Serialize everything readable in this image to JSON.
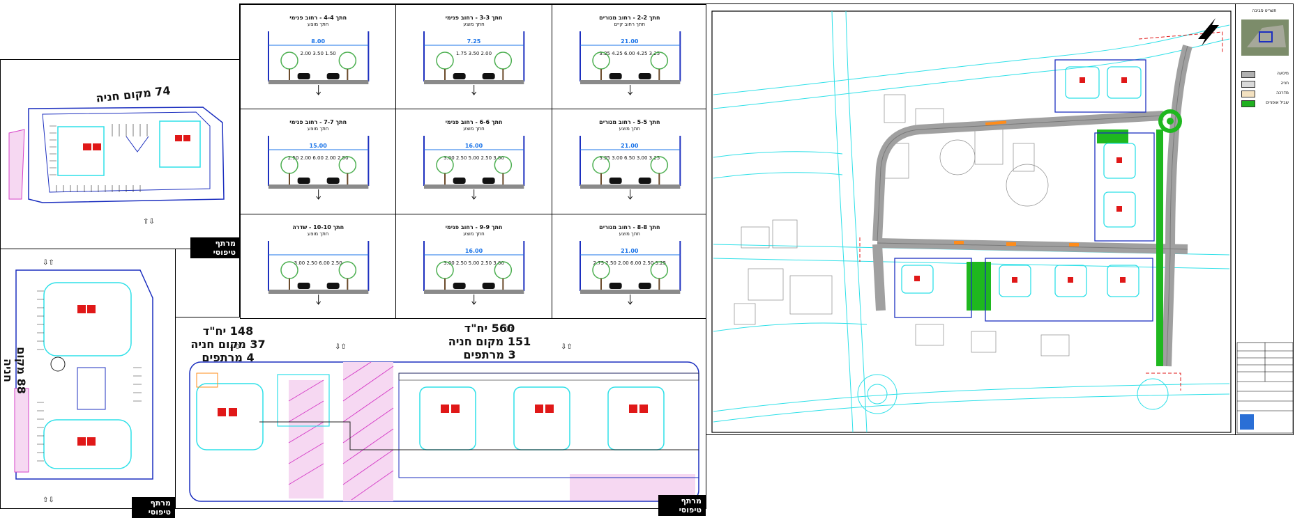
{
  "blocks": {
    "p74": {
      "label": "74 מקום חניה",
      "stamp": "מרתף טיפוסי"
    },
    "p88": {
      "label": "88 מקום חניה",
      "stamp": "מרתף טיפוסי"
    },
    "basement": {
      "left_units": "148 יח\"ד",
      "left_parking": "37 מקום חניה",
      "left_floors": "4 מרתפים",
      "right_units": "560 יח\"ד",
      "right_parking": "151 מקום חניה",
      "right_floors": "3 מרתפים",
      "stamp": "מרתף טיפוסי"
    }
  },
  "sections": [
    {
      "title": "חתך 2-2 - רחוב מגורים",
      "sub": "חתך רחוב קיים",
      "width": "21.00",
      "dims": "3.25  4.25  6.00  4.25  3.25"
    },
    {
      "title": "חתך 3-3 - רחוב פנימי",
      "sub": "חתך מוצע",
      "width": "7.25",
      "dims": "1.75  3.50  2.00"
    },
    {
      "title": "חתך 4-4 - רחוב פנימי",
      "sub": "חתך מוצע",
      "width": "8.00",
      "dims": "2.00  3.50  1.50"
    },
    {
      "title": "חתך 5-5 - רחוב מגורים",
      "sub": "חתך מוצע",
      "width": "21.00",
      "dims": "3.25  3.00  6.50  3.00  3.25"
    },
    {
      "title": "חתך 6-6 - רחוב פנימי",
      "sub": "חתך מוצע",
      "width": "16.00",
      "dims": "3.00  2.50  5.00  2.50  3.00"
    },
    {
      "title": "חתך 7-7 - רחוב פנימי",
      "sub": "חתך מוצע",
      "width": "15.00",
      "dims": "2.50  2.00  6.00  2.00  2.50"
    },
    {
      "title": "חתך 8-8 - רחוב מגורים",
      "sub": "חתך מוצע",
      "width": "21.00",
      "dims": "2.75  2.50  2.00  6.00  2.50  3.25"
    },
    {
      "title": "חתך 9-9 - רחוב פנימי",
      "sub": "חתך מוצע",
      "width": "16.00",
      "dims": "3.00  2.50  5.00  2.50  3.00"
    },
    {
      "title": "חתך 10-10 - שדרה",
      "sub": "חתך מוצע",
      "width": "",
      "dims": "3.00  2.50  6.00  2.50"
    }
  ],
  "legend": {
    "title": "תשריט סביבה",
    "items": [
      {
        "label": "מיסעה",
        "color": "#b0b0b0"
      },
      {
        "label": "חניה",
        "color": "#d9d9d9"
      },
      {
        "label": "מדרכה",
        "color": "#f3e1c0"
      },
      {
        "label": "שביל אופניים",
        "color": "#20b020"
      }
    ]
  },
  "colors": {
    "road": "#a0a0a0",
    "green": "#1fb81f",
    "cyan": "#2ee0e8",
    "blue": "#1c2fbf",
    "magenta": "#d640c8",
    "orange": "#ff8c1a",
    "red": "#e01818"
  }
}
